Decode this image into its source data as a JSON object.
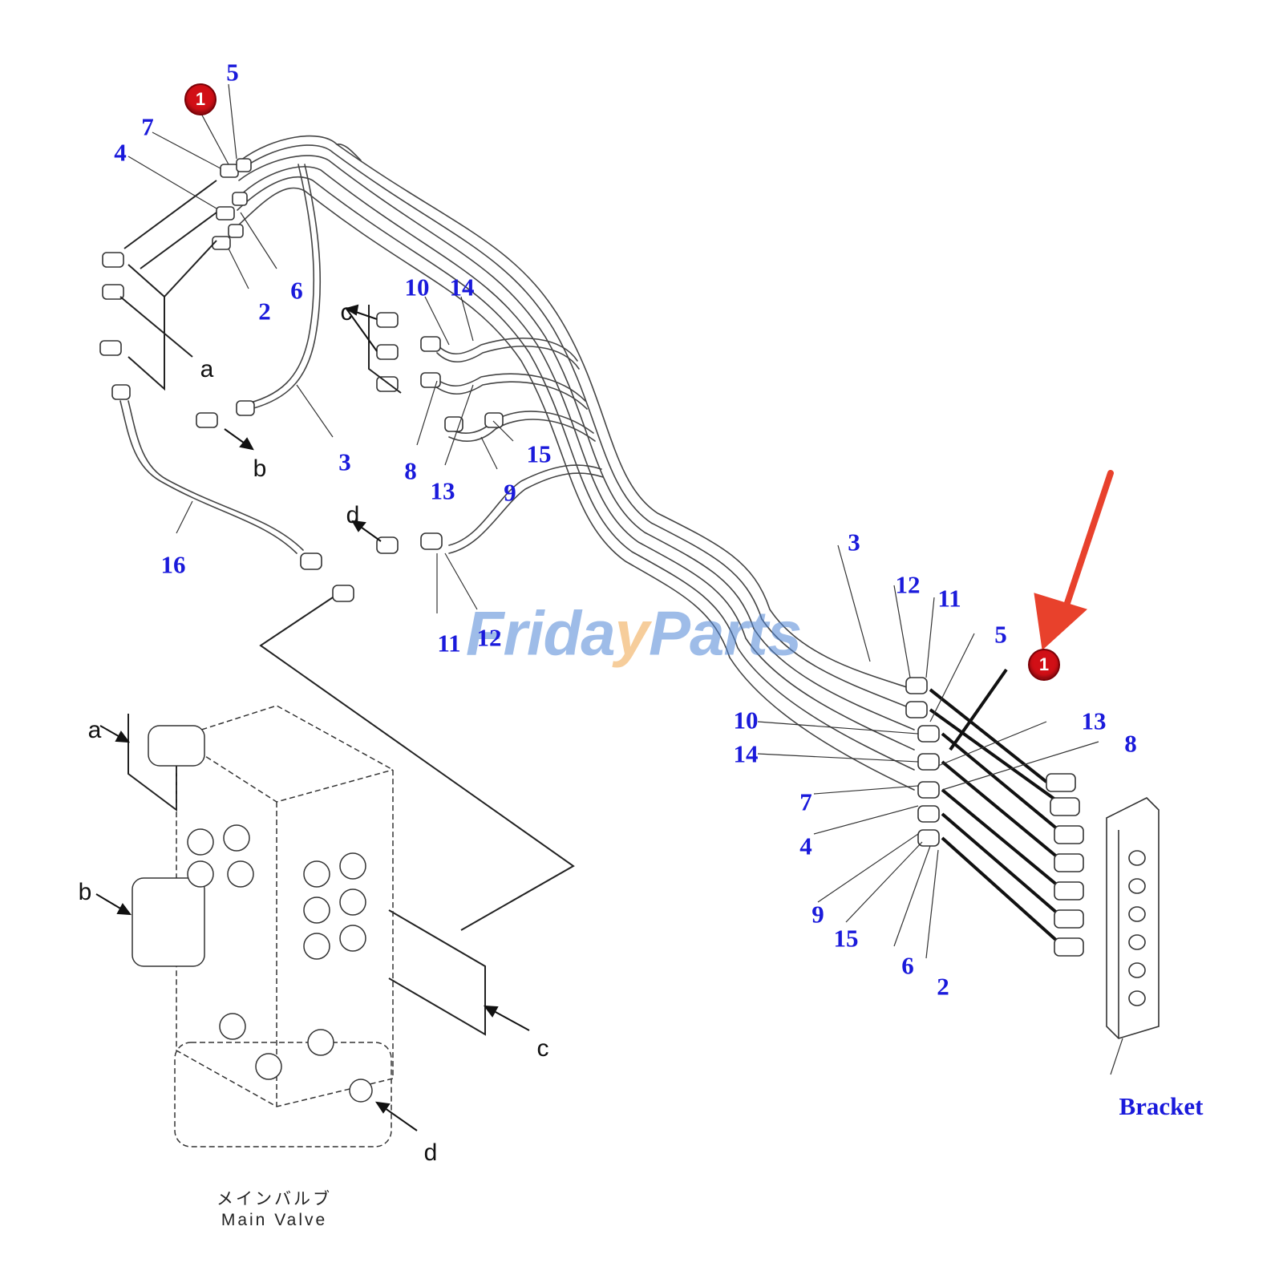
{
  "diagram": {
    "watermark": {
      "part1": "Frida",
      "part2": "y",
      "part3": "Parts"
    },
    "colors": {
      "callout_blue": "#1a1adb",
      "badge_red": "#d10f16",
      "arrow_red": "#e8412c",
      "line": "#222222"
    },
    "callouts_top_left": {
      "n5": "5",
      "n7": "7",
      "n4": "4",
      "n6": "6",
      "n2": "2",
      "n3": "3",
      "n16": "16"
    },
    "callouts_center": {
      "n10": "10",
      "n14": "14",
      "n8": "8",
      "n13": "13",
      "n15": "15",
      "n9": "9",
      "n11": "11",
      "n12": "12"
    },
    "callouts_right": {
      "n3": "3",
      "n12": "12",
      "n11": "11",
      "n5": "5",
      "n13": "13",
      "n8": "8",
      "n10": "10",
      "n14": "14",
      "n7": "7",
      "n4": "4",
      "n9": "9",
      "n15": "15",
      "n6": "6",
      "n2": "2"
    },
    "badges": {
      "top": "1",
      "right": "1"
    },
    "letters": {
      "a1": "a",
      "b1": "b",
      "c1": "c",
      "d1": "d",
      "a2": "a",
      "b2": "b",
      "c2": "c",
      "d2": "d"
    },
    "bracket_label": "Bracket",
    "main_valve": {
      "jp": "メインバルブ",
      "en": "Main Valve"
    }
  }
}
